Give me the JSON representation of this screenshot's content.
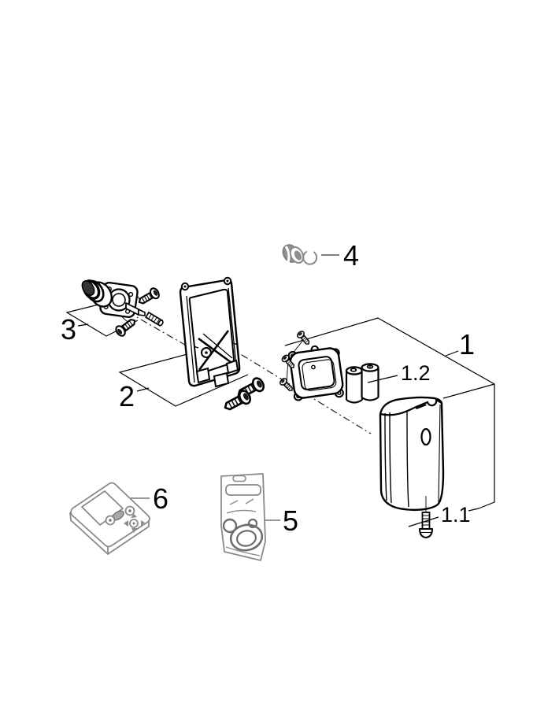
{
  "diagram": {
    "type": "exploded-parts-diagram",
    "background": "#ffffff",
    "colors": {
      "primary_line": "#000000",
      "accessory_line": "#8a8a8a",
      "ring_line": "#6e6e6e"
    },
    "callouts": {
      "part1": "1",
      "part1_1": "1.1",
      "part1_2": "1.2",
      "part2": "2",
      "part3": "3",
      "part4": "4",
      "part5": "5",
      "part6": "6"
    }
  }
}
